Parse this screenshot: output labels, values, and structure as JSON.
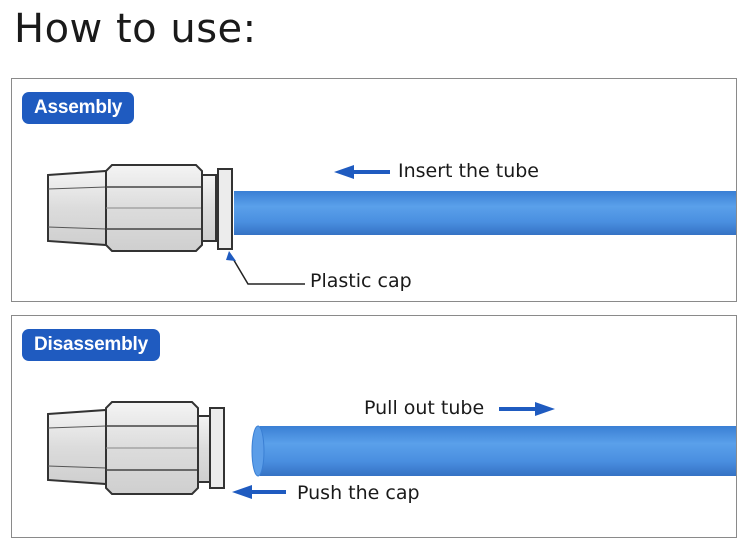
{
  "title": "How to use:",
  "assembly": {
    "badge": "Assembly",
    "insert_label": "Insert the tube",
    "cap_label": "Plastic cap"
  },
  "disassembly": {
    "badge": "Disassembly",
    "pull_label": "Pull out tube",
    "push_label": "Push the cap"
  },
  "colors": {
    "badge": "#1f5bc0",
    "tube": "#4a90e0",
    "arrow": "#1f5bc0",
    "fitting": "#e4e4e4"
  }
}
